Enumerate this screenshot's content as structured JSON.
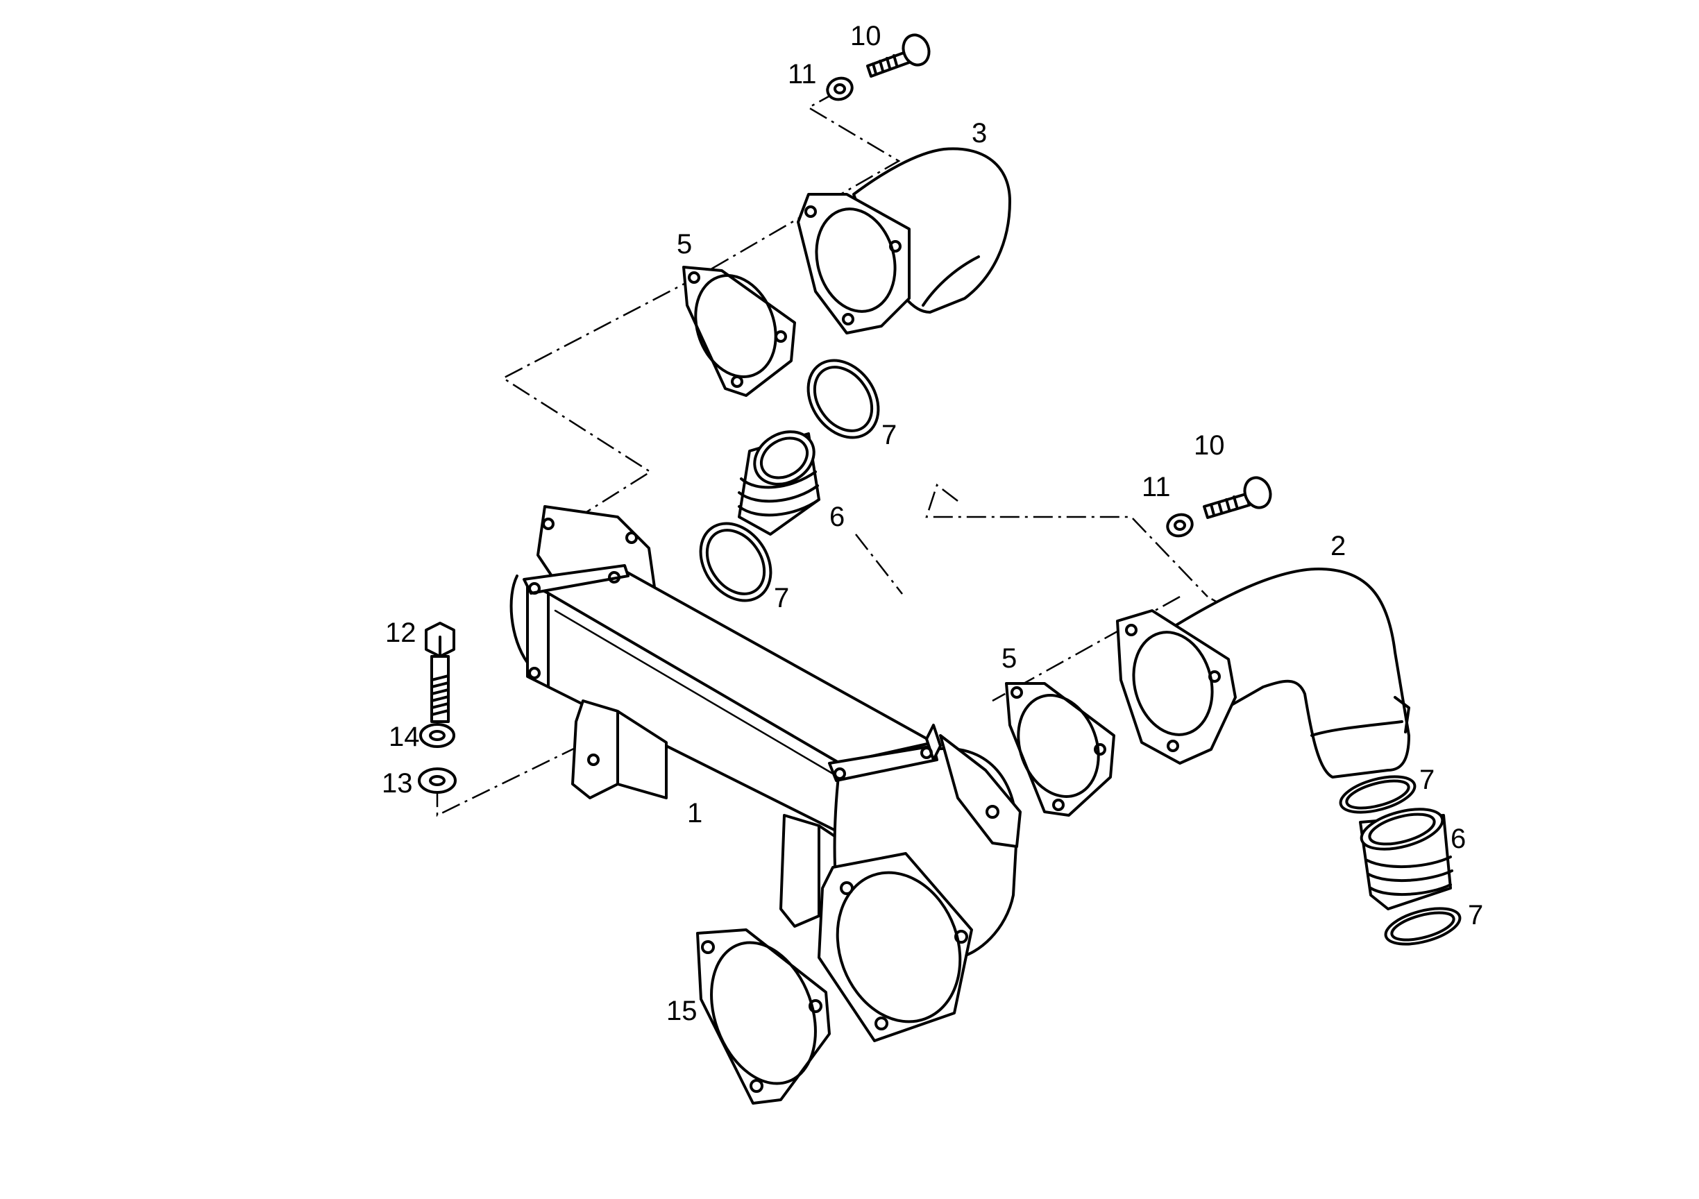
{
  "labels": {
    "p1": "1",
    "p2": "2",
    "p3": "3",
    "p5a": "5",
    "p5b": "5",
    "p6a": "6",
    "p6b": "6",
    "p7a": "7",
    "p7b": "7",
    "p7c": "7",
    "p7d": "7",
    "p10a": "10",
    "p10b": "10",
    "p11a": "11",
    "p11b": "11",
    "p12": "12",
    "p13": "13",
    "p14": "14",
    "p15": "15"
  }
}
